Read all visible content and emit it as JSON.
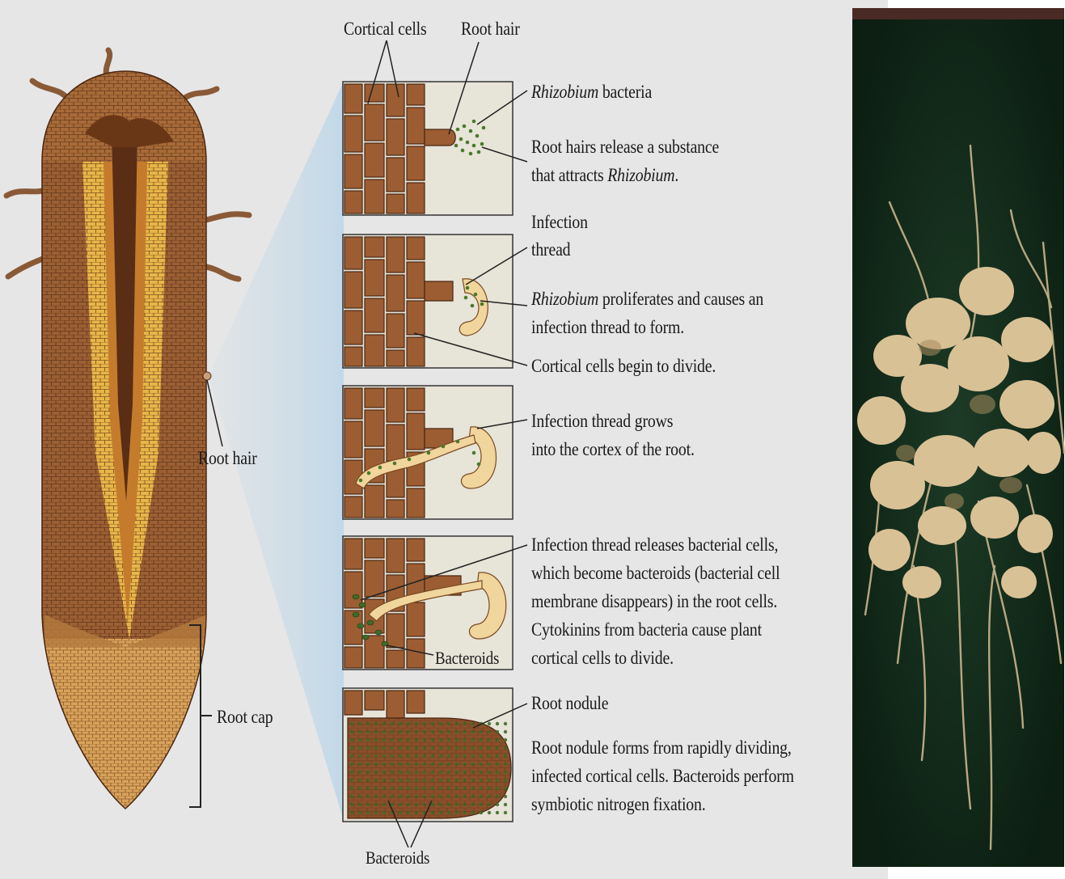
{
  "labels": {
    "cortical_cells": "Cortical cells",
    "root_hair_top": "Root hair",
    "root_hair_side": "Root hair",
    "root_cap": "Root cap",
    "step1_bacteria_italic": "Rhizobium",
    "step1_bacteria_rest": " bacteria",
    "step1_line1": "Root hairs release a substance",
    "step1_line2_pre": "that attracts ",
    "step1_line2_italic": "Rhizobium",
    "step1_line2_post": ".",
    "step2_thread_line1": "Infection",
    "step2_thread_line2": "thread",
    "step2_line1_italic": "Rhizobium",
    "step2_line1_rest": " proliferates and causes an",
    "step2_line2": "infection thread to form.",
    "step2_divide": "Cortical cells begin to divide.",
    "step3_line1": "Infection thread grows",
    "step3_line2": "into the cortex of the root.",
    "step4_line1": "Infection thread releases bacterial cells,",
    "step4_line2": "which become bacteroids (bacterial cell",
    "step4_line3": "membrane disappears) in the root cells.",
    "step4_line4": "Cytokinins from bacteria cause plant",
    "step4_line5": "cortical cells to divide.",
    "step4_bacteroids": "Bacteroids",
    "step5_nodule": "Root nodule",
    "step5_line1": "Root nodule forms from rapidly dividing,",
    "step5_line2": "infected cortical cells. Bacteroids perform",
    "step5_line3": "symbiotic nitrogen fixation.",
    "step5_bacteroids": "Bacteroids"
  },
  "colors": {
    "background": "#e6e6e6",
    "root_brown": "#9a5f33",
    "root_dark": "#5a2e14",
    "root_yellow": "#e8b548",
    "root_cap": "#d8a25a",
    "panel_bg": "#e7e4d8",
    "cell_brown": "#9c5d33",
    "thread": "#f0d59c",
    "bacteria_green": "#4a7a2a",
    "photo_bg": "#122d1c",
    "nodule": "#d9c196"
  }
}
